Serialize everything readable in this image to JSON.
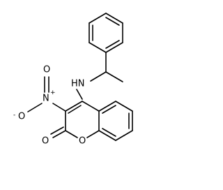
{
  "molecule": {
    "atoms": {
      "amine": "HN",
      "nitro_n": "N",
      "nitro_charge": "+",
      "nitro_o_minus": "O",
      "nitro_o_charge": "-",
      "nitro_o_top": "O",
      "carbonyl_o": "O",
      "ring_o": "O"
    }
  }
}
